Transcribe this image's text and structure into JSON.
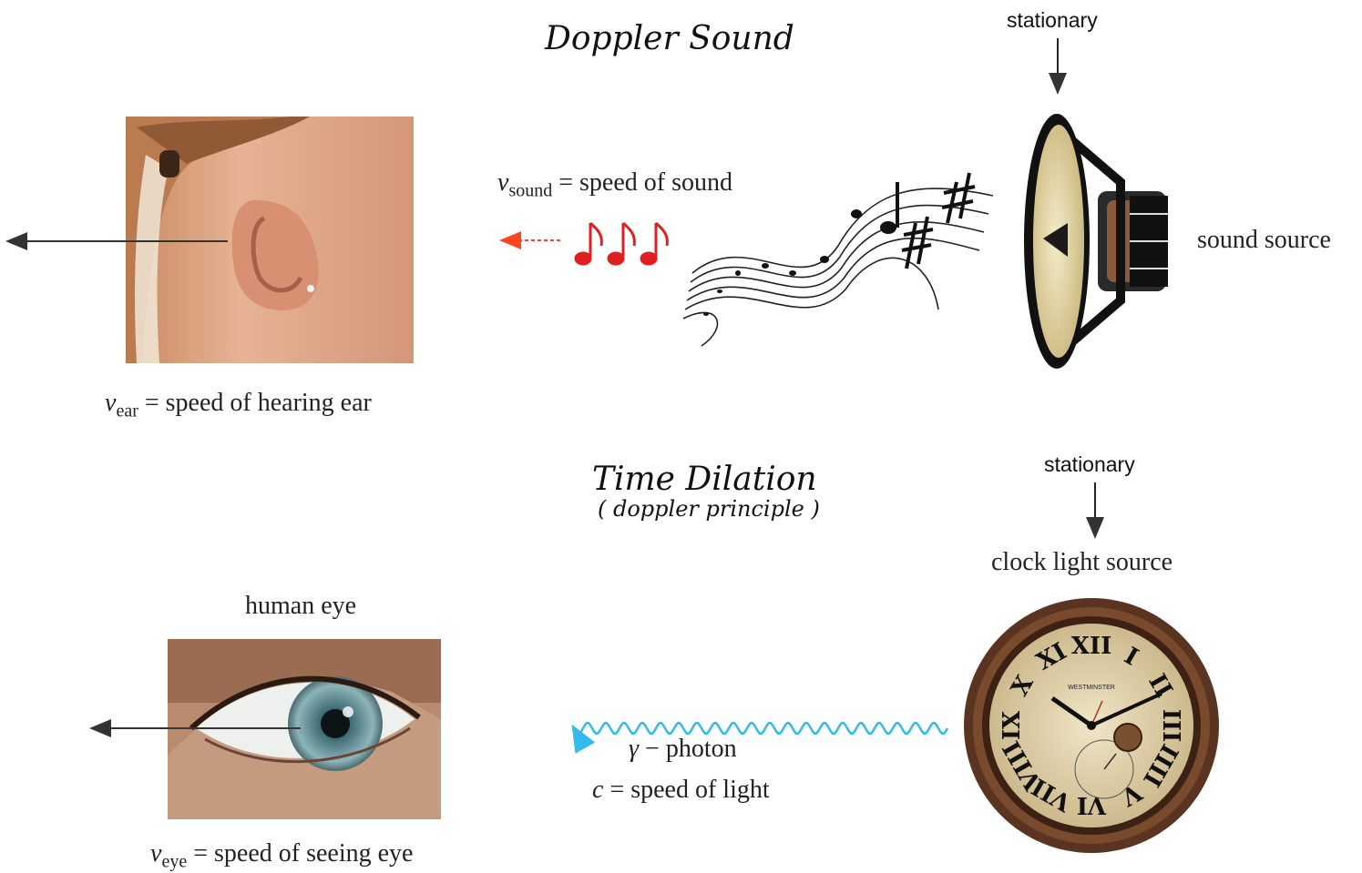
{
  "doppler": {
    "title": "Doppler Sound",
    "stationary_label": "stationary",
    "v_sound_symbol": "v",
    "v_sound_sub": "sound",
    "v_sound_text": "= speed of sound",
    "sound_source_label": "sound source",
    "v_ear_symbol": "v",
    "v_ear_sub": "ear",
    "v_ear_text": "= speed of hearing ear"
  },
  "time_dilation": {
    "title": "Time Dilation",
    "subtitle": "( doppler principle )",
    "stationary_label": "stationary",
    "clock_label": "clock light source",
    "human_eye_label": "human eye",
    "photon_symbol": "γ",
    "photon_text": "− photon",
    "c_symbol": "c",
    "c_text": "= speed of light",
    "v_eye_symbol": "v",
    "v_eye_sub": "eye",
    "v_eye_text": "= speed of seeing eye",
    "clock_brand": "WESTMINSTER"
  },
  "colors": {
    "sound_arrow": "#ff4422",
    "note_red": "#e02020",
    "photon_wave": "#33bbee",
    "arrow_dark": "#333333",
    "clock_frame": "#5a3420",
    "clock_face": "#e8dcb8",
    "speaker_cone": "#e6dcae",
    "skin": "#e3a98c",
    "hair": "#b97b4f"
  },
  "icons": [
    "ear-photo",
    "music-notes-icon",
    "speaker-icon",
    "eye-photo",
    "clock-icon"
  ]
}
